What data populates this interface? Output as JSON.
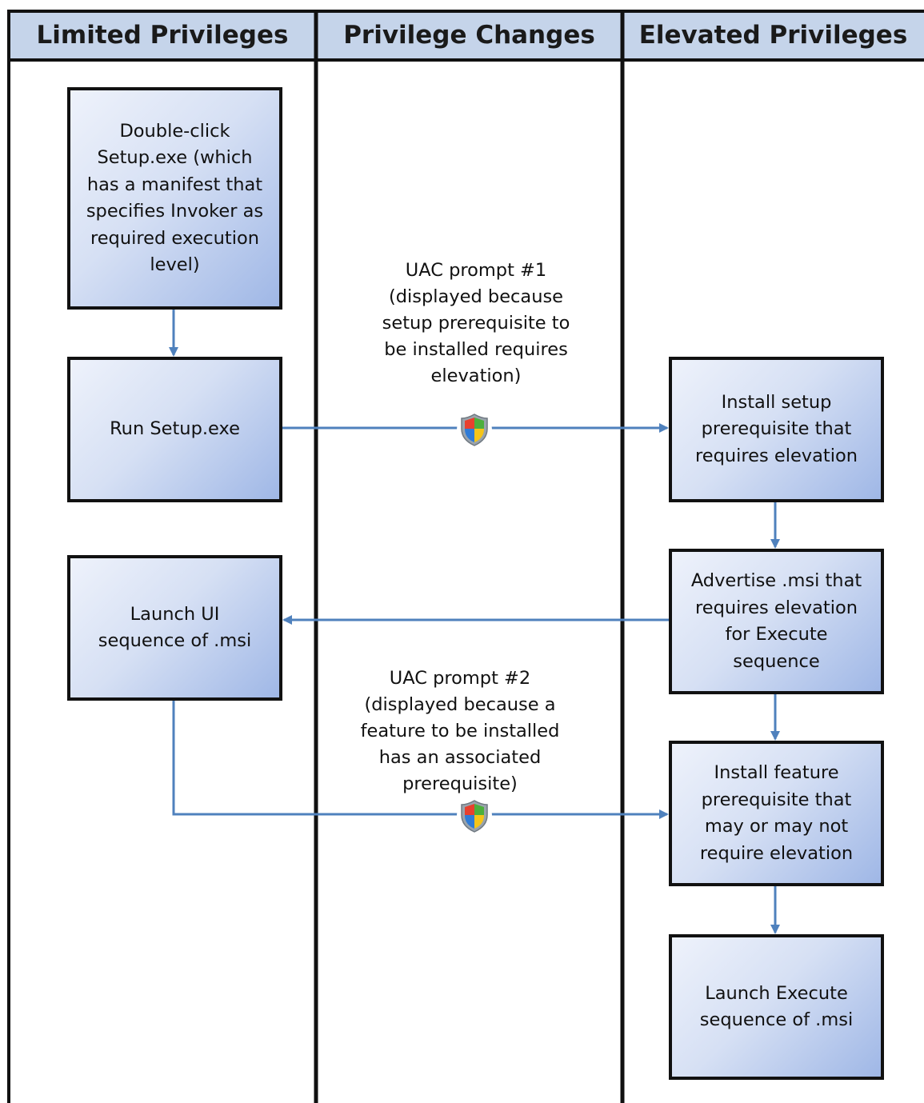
{
  "lanes": {
    "limited": "Limited Privileges",
    "changes": "Privilege Changes",
    "elevated": "Elevated Privileges"
  },
  "steps": {
    "double_click": "Double-click Setup.exe (which has a manifest that specifies Invoker as required execution level)",
    "run_setup": "Run Setup.exe",
    "launch_ui": "Launch UI sequence of .msi",
    "install_setup_prereq": "Install setup prerequisite that requires elevation",
    "advertise_msi": "Advertise .msi that requires elevation for Execute sequence",
    "install_feature_prereq": "Install feature prerequisite that may or may not require elevation",
    "launch_execute": "Launch Execute sequence of .msi"
  },
  "prompts": {
    "prompt1": "UAC prompt #1\n(displayed because\nsetup prerequisite to\nbe installed requires\nelevation)",
    "prompt2": "UAC prompt #2\n(displayed because a\nfeature to be installed\nhas an associated\nprerequisite)"
  },
  "icons": {
    "uac_shield": "uac-shield-icon"
  },
  "colors": {
    "header_fill": "#c5d4ea",
    "box_gradient_light": "#eef2fb",
    "box_gradient_dark": "#9fb7e6",
    "arrow": "#4f81bd",
    "border": "#111111"
  }
}
